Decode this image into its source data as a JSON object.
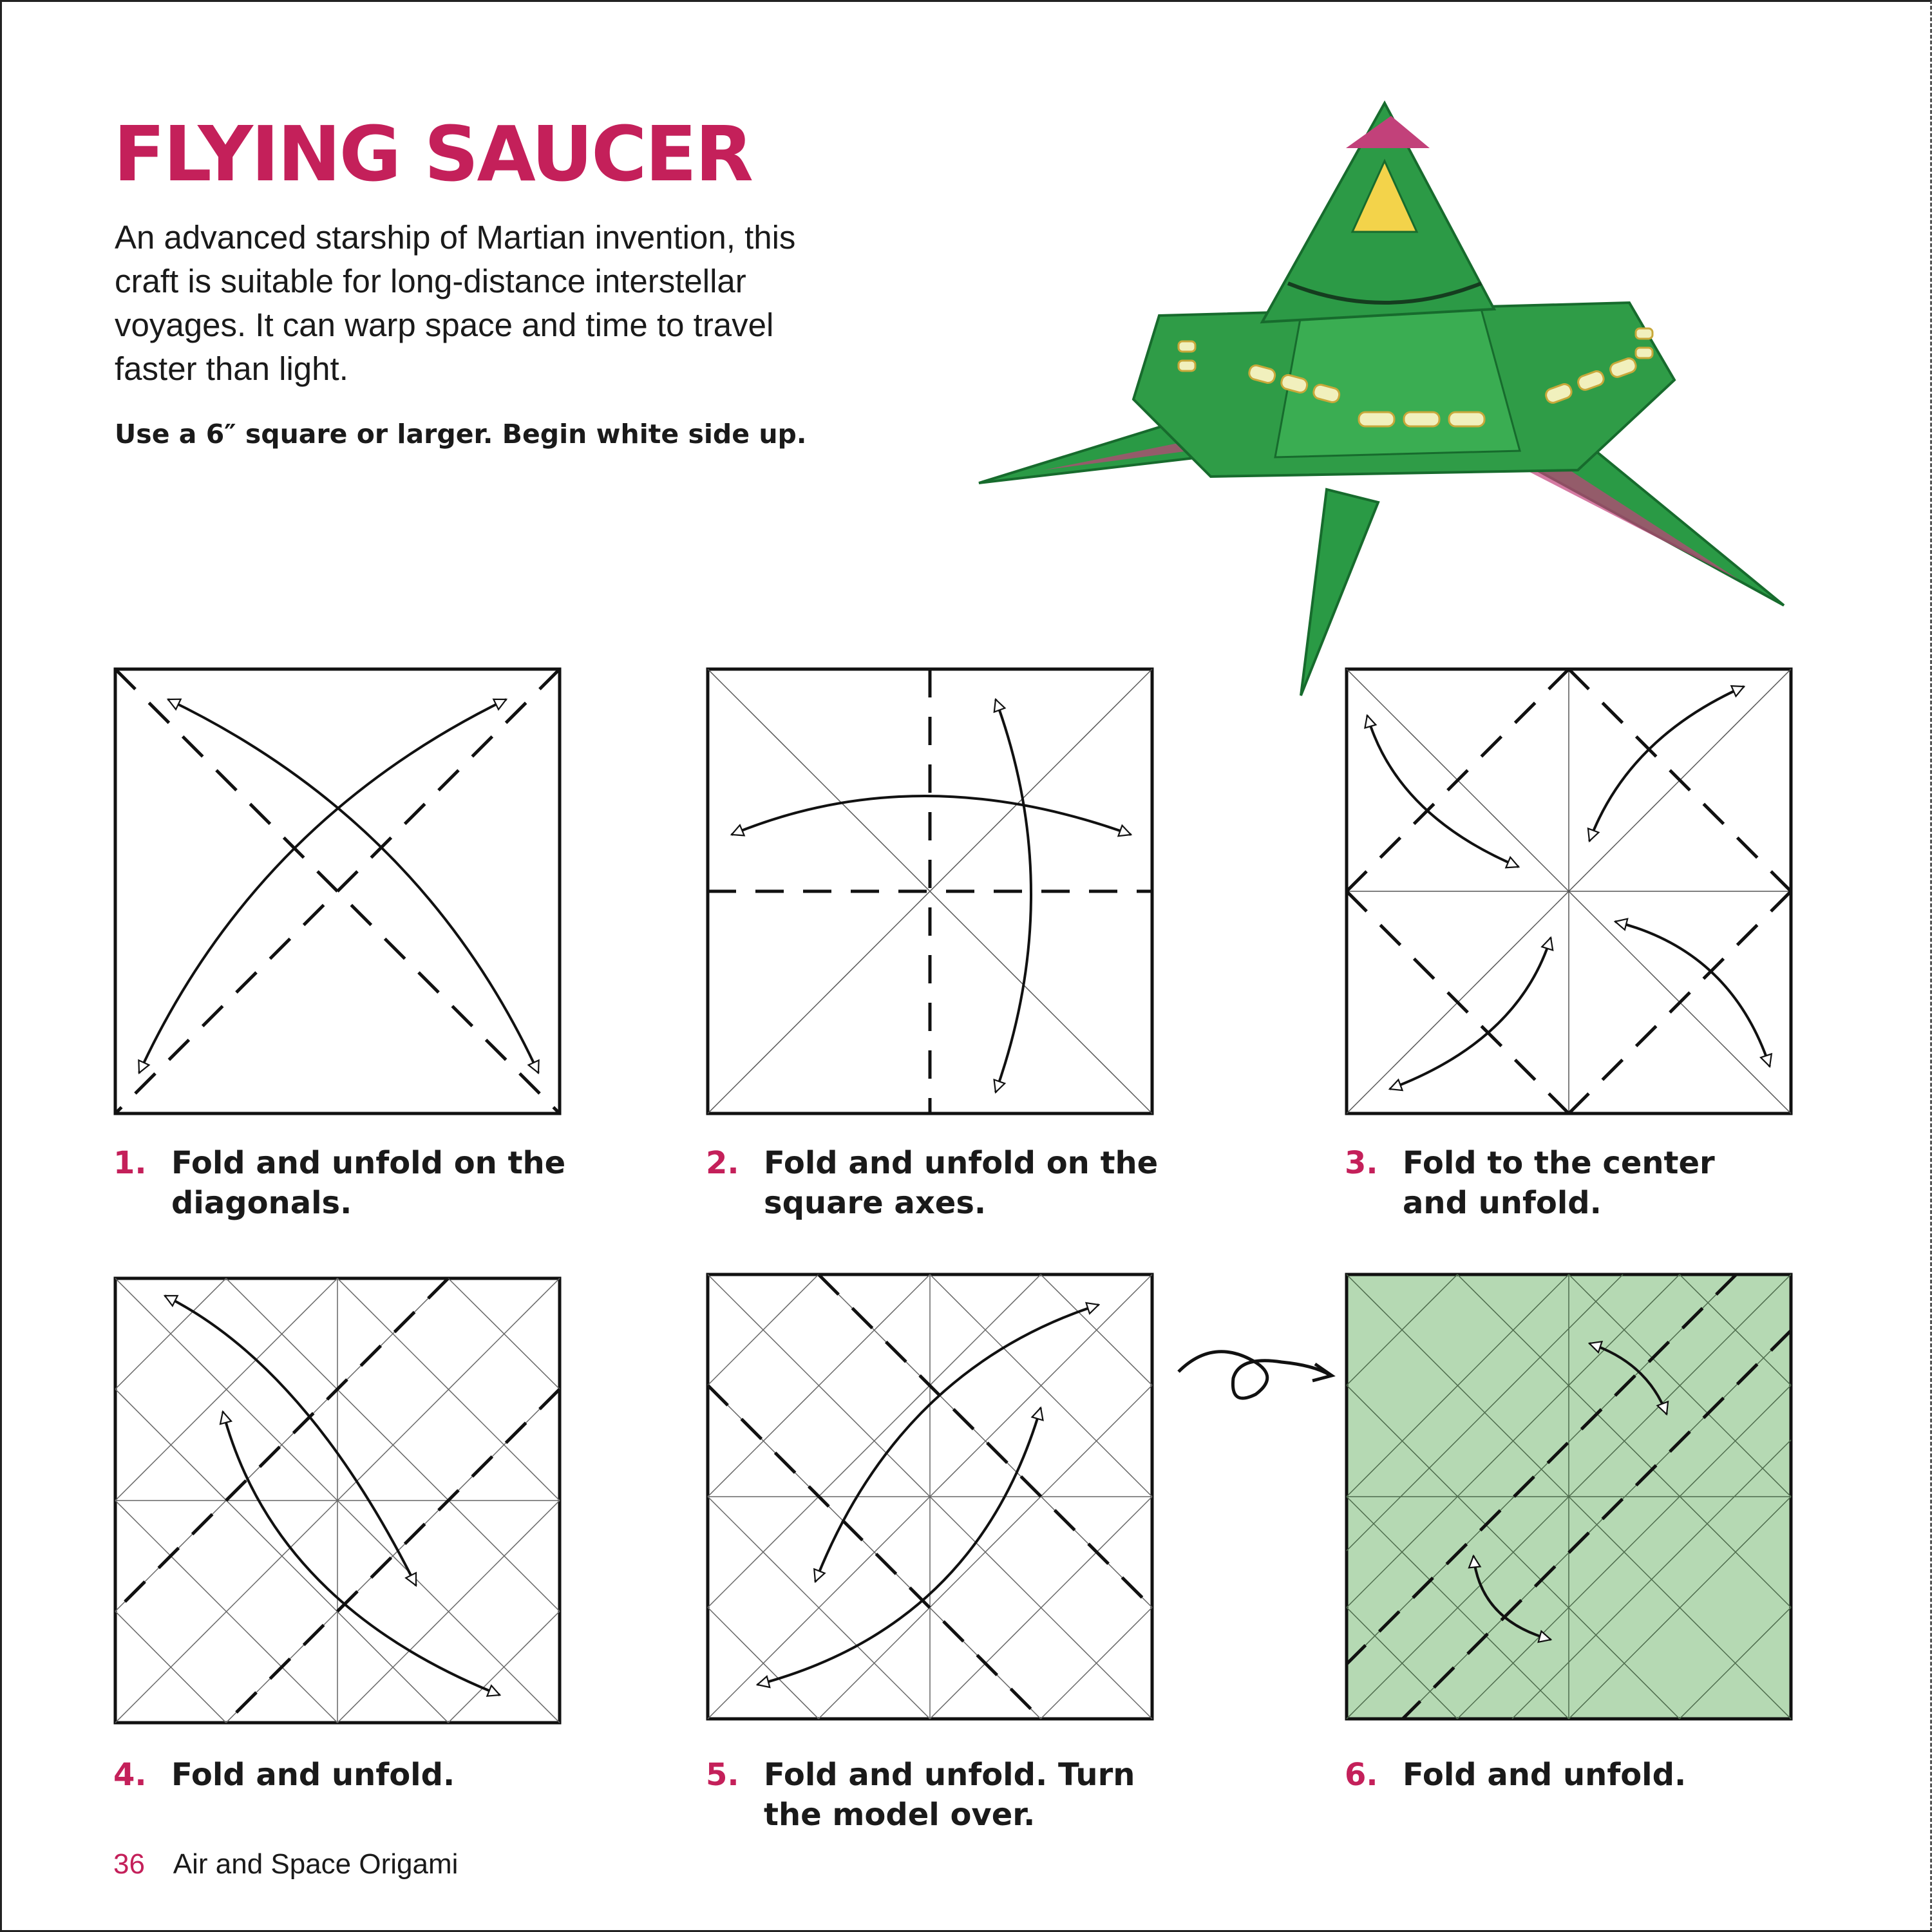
{
  "page": {
    "title": "FLYING SAUCER",
    "intro": "An advanced starship of Martian invention, this craft is suitable for long-distance interstellar voyages. It can warp space and time to travel faster than light.",
    "note": "Use a 6″ square or larger. Begin white side up.",
    "footer": {
      "page_number": "36",
      "book_title": "Air and Space Origami"
    }
  },
  "colors": {
    "accent": "#c4205a",
    "paper_colored": "#b5d9b3",
    "model_green": "#2a9a45"
  },
  "steps": [
    {
      "number": "1.",
      "text": "Fold and unfold on the diagonals."
    },
    {
      "number": "2.",
      "text": "Fold and unfold on the square axes."
    },
    {
      "number": "3.",
      "text": "Fold to the center and unfold."
    },
    {
      "number": "4.",
      "text": "Fold and unfold."
    },
    {
      "number": "5.",
      "text": "Fold and unfold. Turn the model over."
    },
    {
      "number": "6.",
      "text": "Fold and unfold."
    }
  ],
  "icons": {
    "turn_over": "turn-over-icon",
    "photo": "flying-saucer-model-photo"
  }
}
